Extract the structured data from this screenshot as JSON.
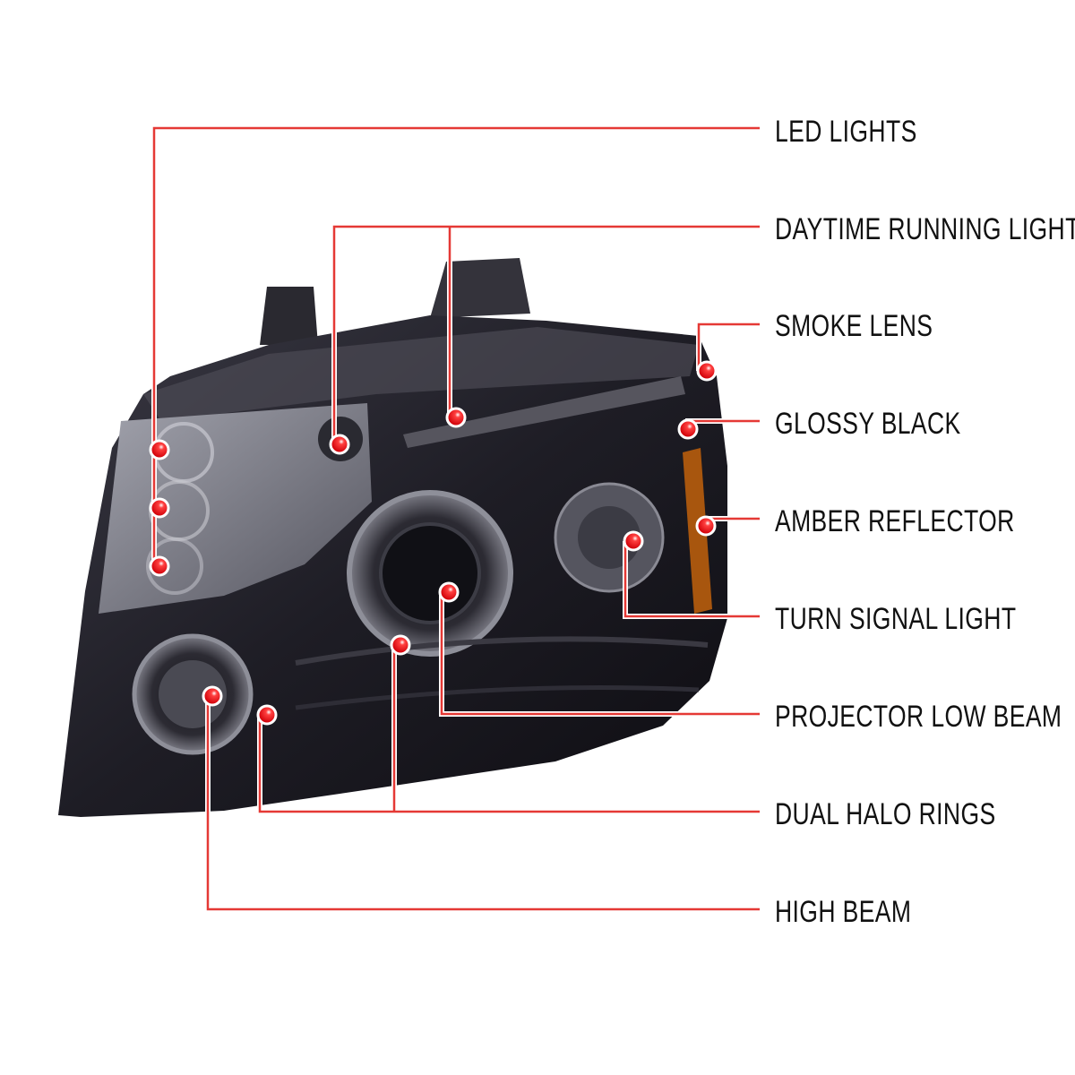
{
  "colors": {
    "leader": "#e53935",
    "dot": "#e8000a",
    "housing": "#1c1a22",
    "lens": "#8e8f99"
  },
  "callouts": [
    {
      "label": "LED LIGHTS"
    },
    {
      "label": "DAYTIME RUNNING LIGHT"
    },
    {
      "label": "SMOKE LENS"
    },
    {
      "label": "GLOSSY BLACK"
    },
    {
      "label": "AMBER REFLECTOR"
    },
    {
      "label": "TURN SIGNAL LIGHT"
    },
    {
      "label": "PROJECTOR LOW BEAM"
    },
    {
      "label": "DUAL HALO RINGS"
    },
    {
      "label": "HIGH BEAM"
    }
  ]
}
